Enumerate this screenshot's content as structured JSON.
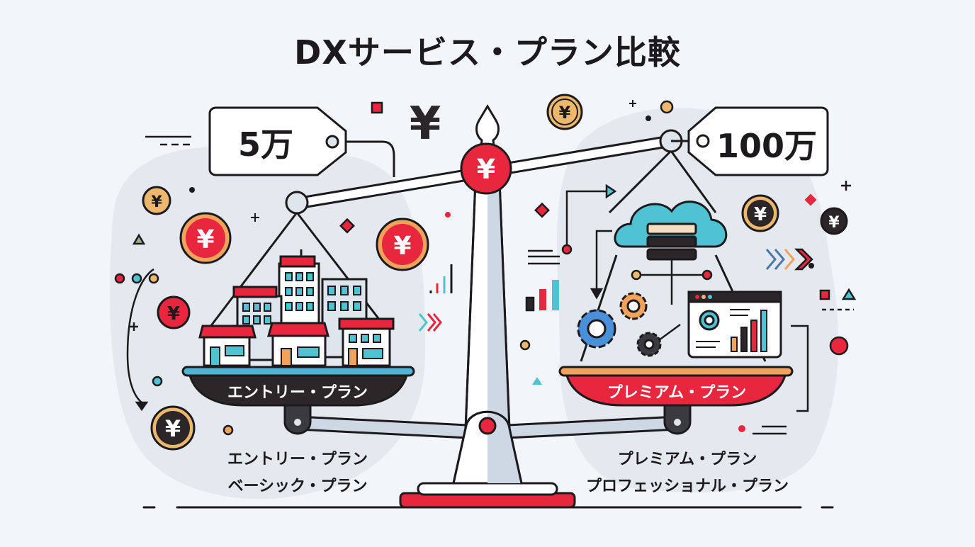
{
  "title": "DXサービス・プラン比較",
  "price_tags": {
    "left": "5万",
    "right": "100万"
  },
  "pans": {
    "left_label": "エントリー・プラン",
    "right_label": "プレミアム・プラン"
  },
  "plan_lists": {
    "left": [
      "エントリー・プラン",
      "ベーシック・プラン"
    ],
    "right": [
      "プレミアム・プラン",
      "プロフェッショナル・プラン"
    ]
  },
  "icons": {
    "currency_symbol": "¥",
    "left_pan_illustration": "storefront-buildings",
    "right_pan_illustration": "cloud-server-gears-dashboard"
  },
  "colors": {
    "background": "#f2f5f9",
    "accent_red": "#e8273f",
    "dark": "#1c1a1d",
    "teal": "#4fc3d1",
    "orange": "#f2a25a",
    "gold": "#edb86e",
    "blue": "#4a90d9",
    "scale_gray": "#cdd8e4"
  }
}
